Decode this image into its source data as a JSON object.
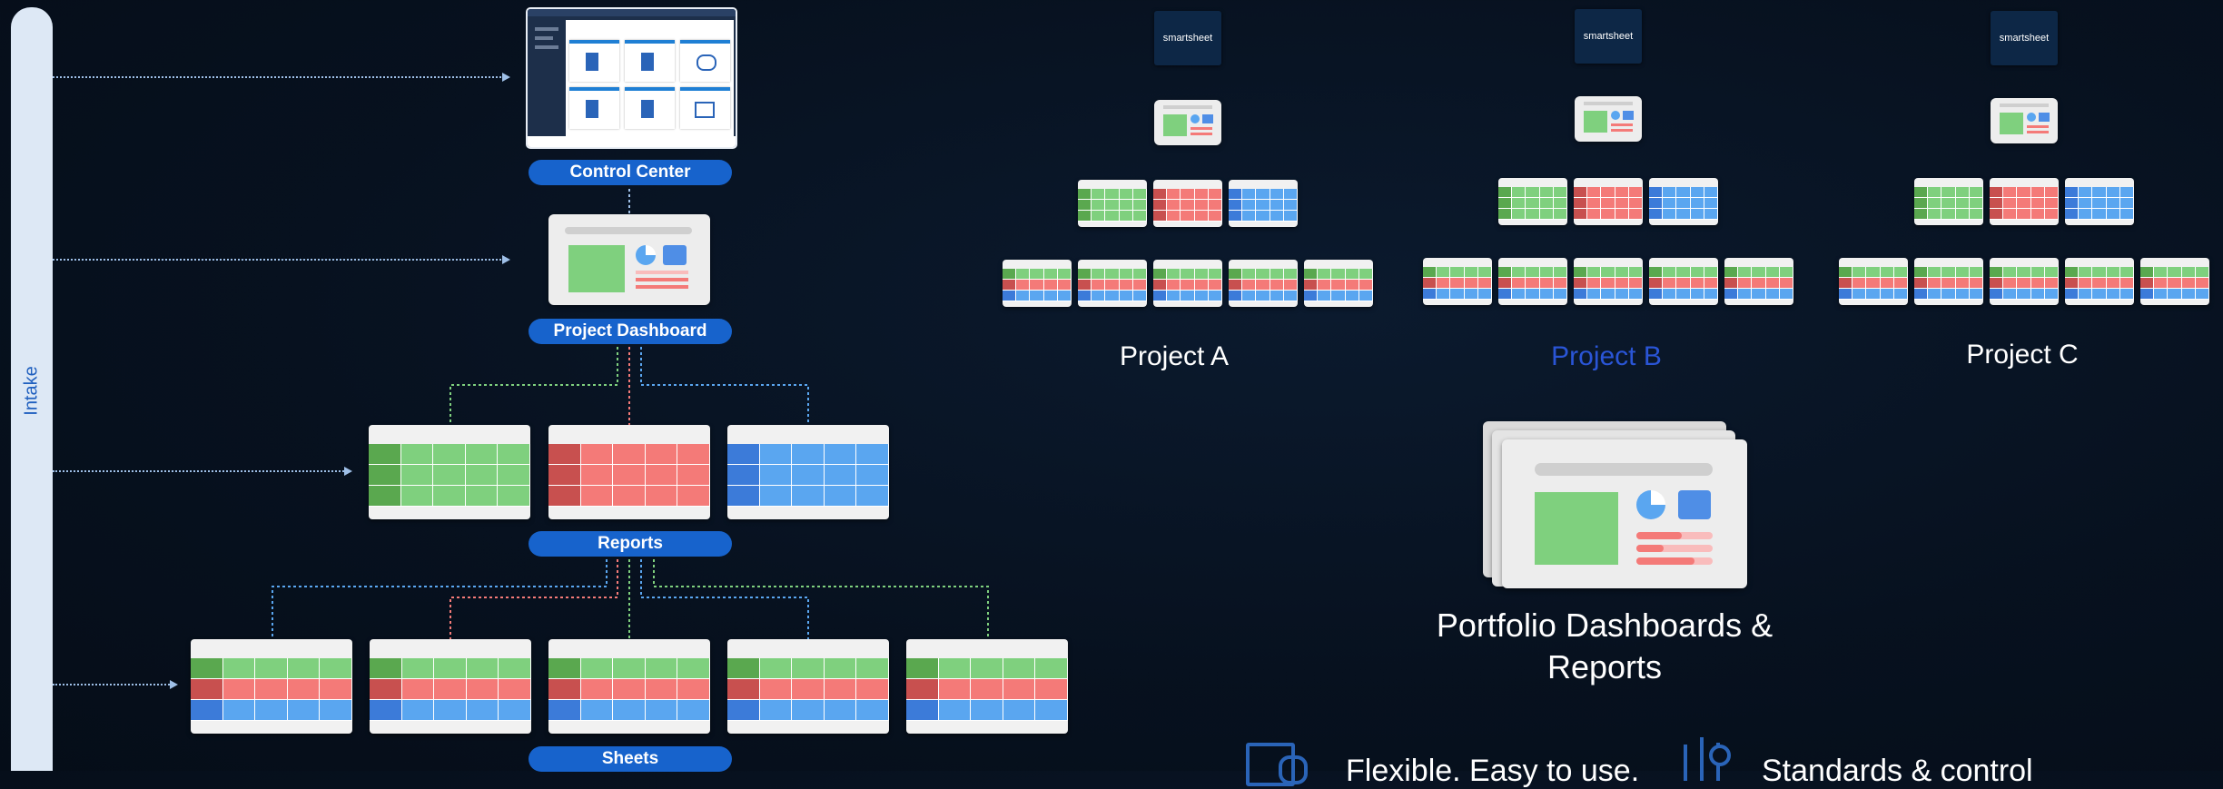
{
  "intake": {
    "label": "Intake"
  },
  "hierarchy": {
    "control_center": "Control Center",
    "project_dashboard": "Project Dashboard",
    "reports": "Reports",
    "sheets": "Sheets"
  },
  "projects": [
    {
      "name": "Project A",
      "color": "#ffffff",
      "logo": "smartsheet"
    },
    {
      "name": "Project B",
      "color": "#2a55d6",
      "logo": "smartsheet"
    },
    {
      "name": "Project C",
      "color": "#ffffff",
      "logo": "smartsheet"
    }
  ],
  "portfolio": {
    "line1": "Portfolio Dashboards &",
    "line2": "Reports"
  },
  "bottom": {
    "left": "Flexible. Easy to use.",
    "right": "Standards & control"
  },
  "colors": {
    "green": "#7fd07e",
    "green_dark": "#5aa84f",
    "red": "#f47a78",
    "red_dark": "#c8504f",
    "blue": "#5aa6f0",
    "blue_dark": "#3c7bd9",
    "pill": "#1763cc"
  }
}
